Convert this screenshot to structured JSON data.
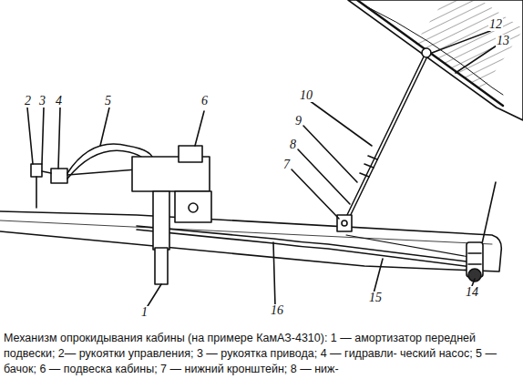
{
  "diagram": {
    "caption": "Механизм опрокидывания кабины (на примере КамАЗ-4310): 1 — амортизатор передней подвески; 2— рукоятки управления; 3 — рукоятка привода; 4 — гидравли- ческий насос; 5 — бачок; 6 — подвеска кабины; 7 — нижний кронштейн; 8 — ниж-",
    "labels": [
      "2",
      "3",
      "4",
      "5",
      "6",
      "1",
      "16",
      "15",
      "14",
      "7",
      "8",
      "9",
      "10",
      "12",
      "13"
    ]
  }
}
